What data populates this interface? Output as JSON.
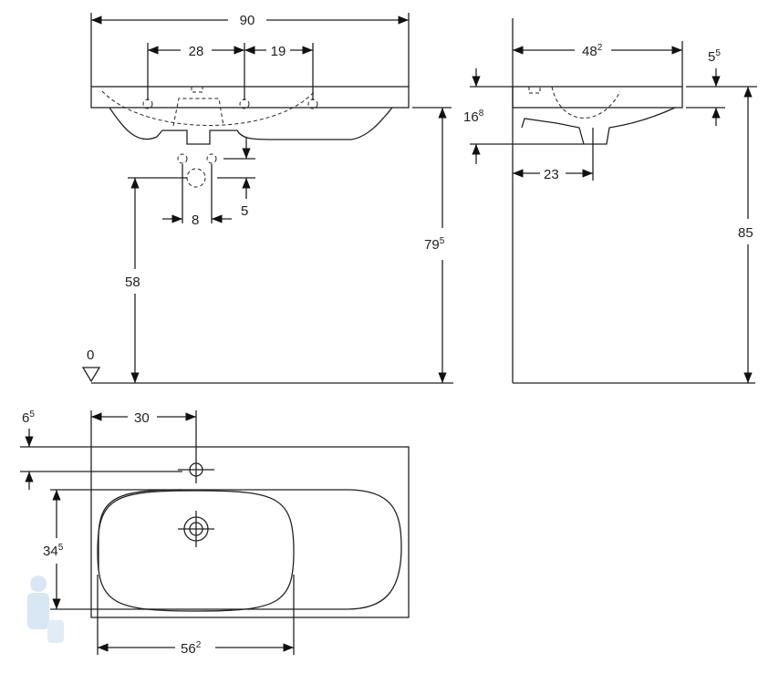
{
  "title": "Washbasin dimension drawing",
  "front_view": {
    "width": {
      "main": "90",
      "sup": ""
    },
    "hole_left": {
      "main": "28",
      "sup": ""
    },
    "hole_right": {
      "main": "19",
      "sup": ""
    },
    "height_top": {
      "main": "79",
      "sup": "5"
    },
    "waste_height": {
      "main": "58",
      "sup": ""
    },
    "waste_spacing": {
      "main": "8",
      "sup": ""
    },
    "waste_offset": {
      "main": "5",
      "sup": ""
    },
    "floor": {
      "main": "0",
      "sup": ""
    }
  },
  "side_view": {
    "depth": {
      "main": "48",
      "sup": "2"
    },
    "rim": {
      "main": "5",
      "sup": "5"
    },
    "basin_depth": {
      "main": "16",
      "sup": "8"
    },
    "drain_offset": {
      "main": "23",
      "sup": ""
    },
    "total_height": {
      "main": "85",
      "sup": ""
    }
  },
  "plan_view": {
    "tap_offset": {
      "main": "30",
      "sup": ""
    },
    "tap_from_back": {
      "main": "6",
      "sup": "5"
    },
    "bowl_depth": {
      "main": "34",
      "sup": "5"
    },
    "bowl_width": {
      "main": "56",
      "sup": "2"
    }
  }
}
